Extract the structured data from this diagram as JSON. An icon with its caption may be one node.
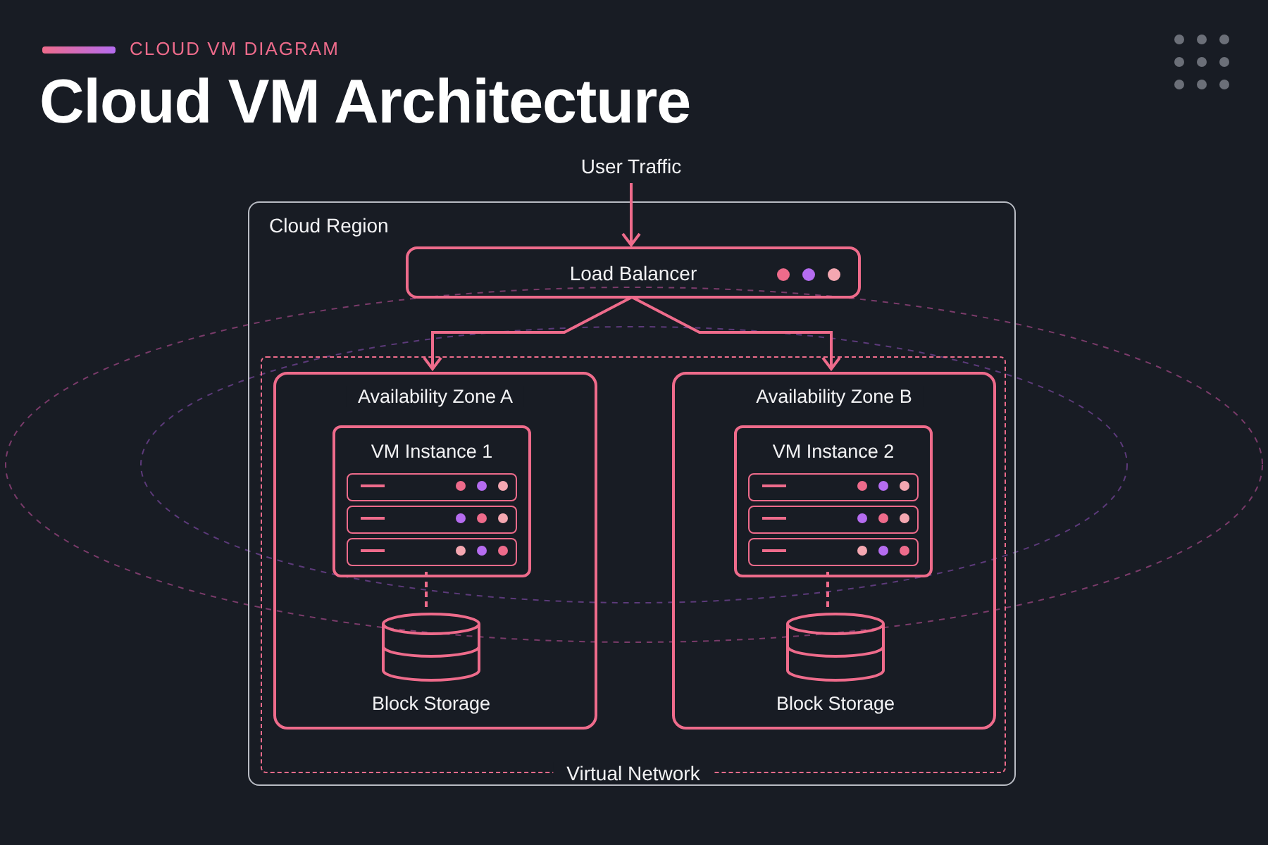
{
  "diagram": {
    "title": "Cloud VM Architecture",
    "nodes": [
      {
        "text": [
          "User Traffic"
        ]
      },
      {
        "text": [
          "Cloud Region"
        ]
      },
      {
        "text": [
          "Load Balancer"
        ],
        "in": 1
      },
      {
        "text": [
          "Virtual Network"
        ],
        "in": 1
      },
      {
        "text": [
          "Availability Zone A"
        ],
        "in": 3
      },
      {
        "text": [
          "VM Instance 1"
        ],
        "in": 4
      },
      {
        "text": [
          "Block Storage"
        ],
        "in": 4
      },
      {
        "text": [
          "Availability Zone B"
        ],
        "in": 3
      },
      {
        "text": [
          "VM Instance 2"
        ],
        "in": 7
      },
      {
        "text": [
          "Block Storage"
        ],
        "in": 7
      }
    ],
    "edges": [
      {
        "from": 0,
        "to": 2,
        "arrow": "to"
      },
      {
        "from": 2,
        "to": 4,
        "arrow": "to"
      },
      {
        "from": 2,
        "to": 7,
        "arrow": "to"
      },
      {
        "from": 5,
        "to": 6,
        "arrow": "none",
        "style": "dashed"
      },
      {
        "from": 8,
        "to": 9,
        "arrow": "none",
        "style": "dashed"
      }
    ],
    "labels": [
      "CLOUD VM DIAGRAM"
    ]
  }
}
